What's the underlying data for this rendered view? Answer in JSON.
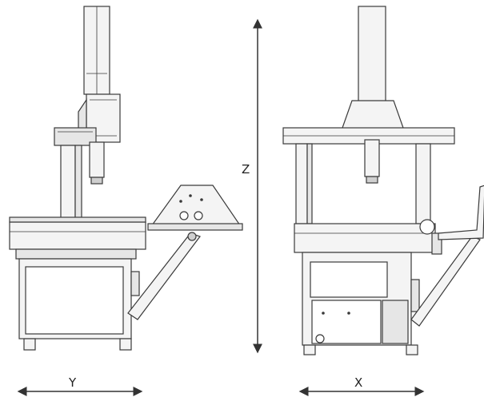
{
  "axes": {
    "z_label": "Z",
    "y_label": "Y",
    "x_label": "X"
  },
  "colors": {
    "line": "#3a3a3a",
    "arrow": "#333333",
    "fill_light": "#f4f4f4",
    "fill_panel": "#e6e6e6",
    "fill_dark": "#cfcfcf"
  }
}
